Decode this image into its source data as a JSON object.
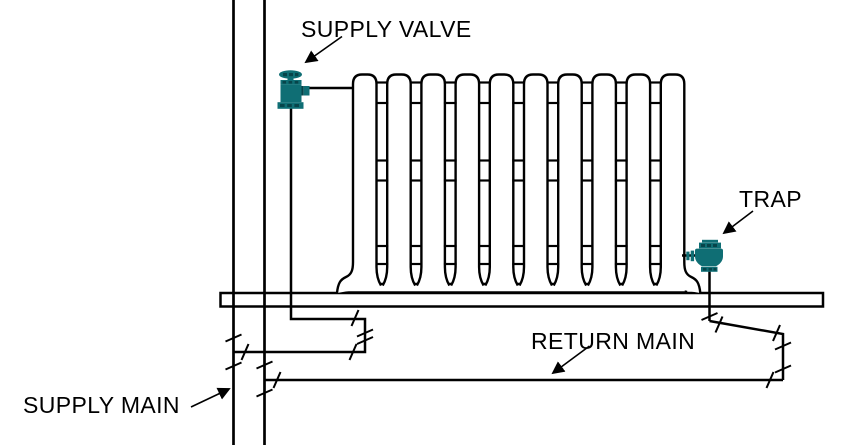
{
  "diagram": {
    "labels": {
      "supply_valve": "SUPPLY VALVE",
      "trap": "TRAP",
      "return_main": "RETURN MAIN",
      "supply_main": "SUPPLY MAIN"
    },
    "radiator": {
      "sections": 10
    },
    "colors": {
      "line": "#000000",
      "background": "#FFFFFF",
      "fitting_teal": "#0F6E74",
      "fitting_dark": "#07444A"
    }
  }
}
